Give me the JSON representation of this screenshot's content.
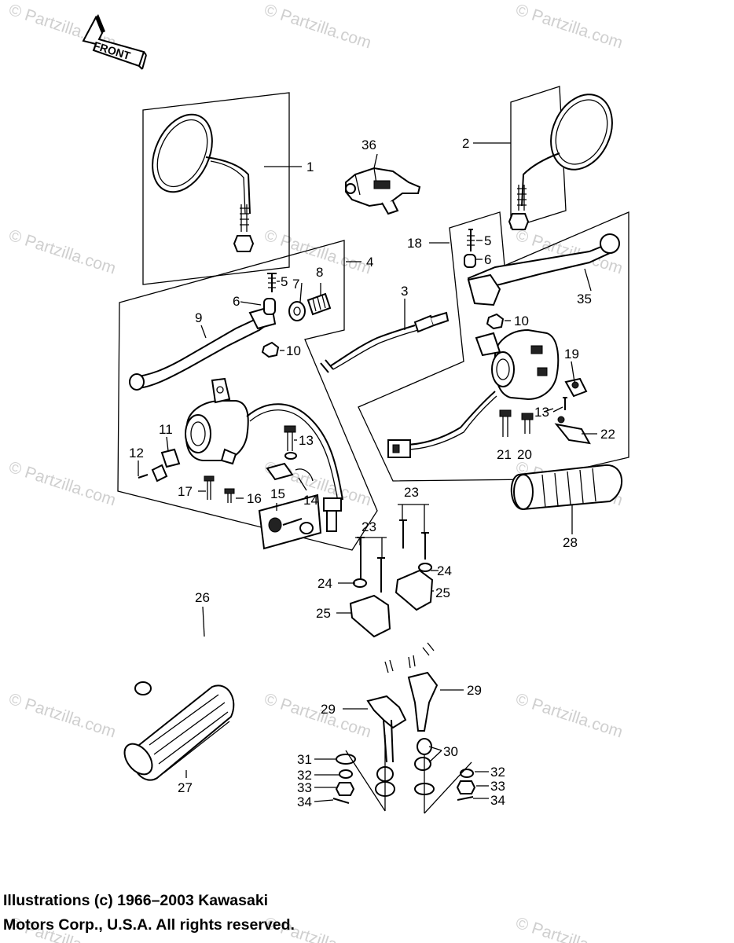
{
  "watermark": "© Partzilla.com",
  "front_label": "FRONT",
  "callouts": [
    "1",
    "2",
    "3",
    "4",
    "5",
    "6",
    "7",
    "8",
    "9",
    "10",
    "11",
    "12",
    "13",
    "14",
    "15",
    "16",
    "17",
    "18",
    "19",
    "20",
    "21",
    "22",
    "23",
    "24",
    "25",
    "26",
    "27",
    "28",
    "29",
    "30",
    "31",
    "32",
    "33",
    "34",
    "35",
    "36"
  ],
  "copyright": {
    "line1": "Illustrations (c) 1966–2003 Kawasaki",
    "line2": "Motors Corp., U.S.A.  All rights reserved."
  }
}
